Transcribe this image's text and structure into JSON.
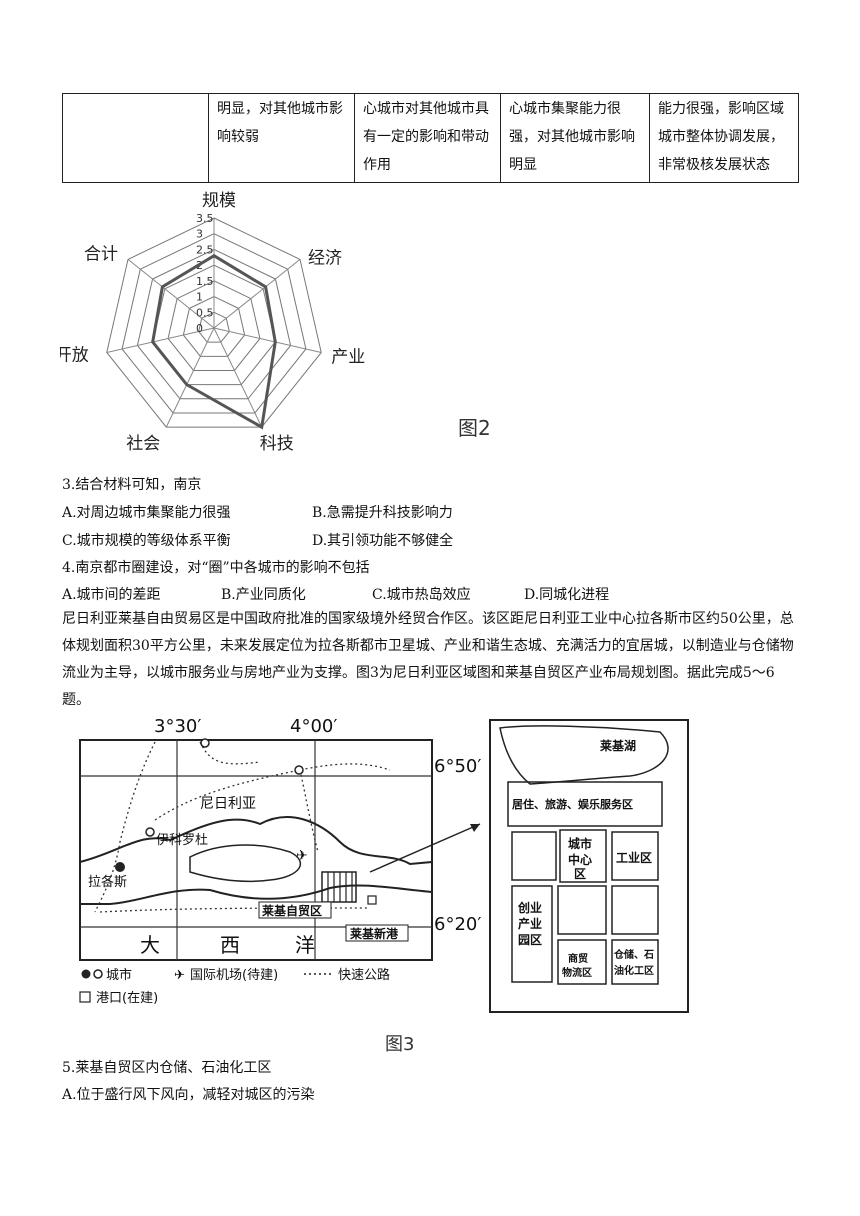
{
  "table": {
    "cells": [
      "",
      "明显，对其他城市影响较弱",
      "心城市对其他城市具有一定的影响和带动作用",
      "心城市集聚能力很强，对其他城市影响明显",
      "能力很强，影响区域城市整体协调发展，非常极核发展状态"
    ]
  },
  "chart_data": {
    "type": "radar",
    "axes": [
      "规模",
      "经济",
      "产业",
      "科技",
      "社会",
      "开放",
      "合计"
    ],
    "ticks": [
      "3.5",
      "3",
      "2.5",
      "2",
      "1.5",
      "1",
      "0.5",
      "0"
    ],
    "range": [
      0,
      3.5
    ],
    "series": [
      {
        "values": [
          2.3,
          2.1,
          2.0,
          3.5,
          2.0,
          2.0,
          2.1
        ]
      }
    ],
    "figure_label": "图2"
  },
  "q3": {
    "stem": "3.结合材料可知，南京",
    "options": [
      "A.对周边城市集聚能力很强",
      "B.急需提升科技影响力",
      "C.城市规模的等级体系平衡",
      "D.其引领功能不够健全"
    ]
  },
  "q4": {
    "stem": "4.南京都市圈建设，对“圈”中各城市的影响不包括",
    "options": [
      "A.城市间的差距",
      "B.产业同质化",
      "C.城市热岛效应",
      "D.同城化进程"
    ]
  },
  "passage": "尼日利亚莱基自由贸易区是中国政府批准的国家级境外经贸合作区。该区距尼日利亚工业中心拉各斯市区约50公里，总体规划面积30平方公里，未来发展定位为拉各斯都市卫星城、产业和谐生态城、充满活力的宜居城，以制造业与仓储物流业为主导，以城市服务业与房地产业为支撑。图3为尼日利亚区域图和莱基自贸区产业布局规划图。据此完成5～6题。",
  "map": {
    "lon_left": "3°30′",
    "lon_right": "4°00′",
    "lat_top": "6°50′",
    "lat_bottom": "6°20′",
    "country": "尼日利亚",
    "city1": "伊科罗杜",
    "city2": "拉各斯",
    "ftz": "莱基自贸区",
    "port": "莱基新港",
    "ocean": [
      "大",
      "西",
      "洋"
    ],
    "legend": {
      "city": "城市",
      "airport": "国际机场(待建)",
      "road": "快速公路",
      "port": "港口(在建)"
    },
    "inset": {
      "lake": "莱基湖",
      "residential": "居住、旅游、娱乐服务区",
      "center": [
        "城市",
        "中心",
        "区"
      ],
      "industrial": "工业区",
      "startup": [
        "创业",
        "产业",
        "园区"
      ],
      "trade": [
        "商贸",
        "物流区"
      ],
      "storage": [
        "仓储、石",
        "油化工区"
      ]
    },
    "figure_label": "图3"
  },
  "q5": {
    "stem": "5.莱基自贸区内仓储、石油化工区",
    "options": [
      "A.位于盛行风下风向，减轻对城区的污染"
    ]
  }
}
